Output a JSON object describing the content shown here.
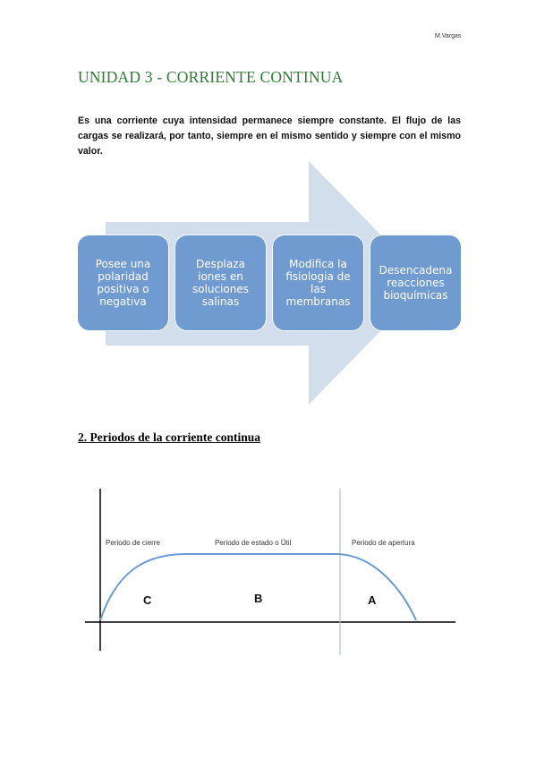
{
  "header": {
    "author": "M.Vargas"
  },
  "unit_title": "UNIDAD 3 - CORRIENTE CONTINUA",
  "intro_text": "Es una corriente cuya intensidad permanece siempre constante. El flujo de las cargas se realizará, por tanto, siempre en el mismo sentido y siempre con el mismo valor.",
  "process": {
    "steps": [
      {
        "label": "Posee una\npolaridad\npositiva o\nnegativa"
      },
      {
        "label": "Desplaza\niones en\nsoluciones\nsalinas"
      },
      {
        "label": "Modifica la\nfisiologia de\nlas\nmembranas"
      },
      {
        "label": "Desencadena\nreacciones\nbioquímicas"
      }
    ],
    "colors": {
      "box": "#6f9bd1",
      "arrow": "#d3deed"
    }
  },
  "section2": {
    "title": "2. Periodos de la corriente continua"
  },
  "periods_chart": {
    "periods": [
      {
        "label": "Periodo de cierre",
        "letter": "C"
      },
      {
        "label": "Periodo de estado o Útil",
        "letter": "B"
      },
      {
        "label": "Periodo de apertura",
        "letter": "A"
      }
    ],
    "colors": {
      "curve": "#6a9bd4",
      "divider": "#aac4e3",
      "axis": "#000000"
    }
  }
}
